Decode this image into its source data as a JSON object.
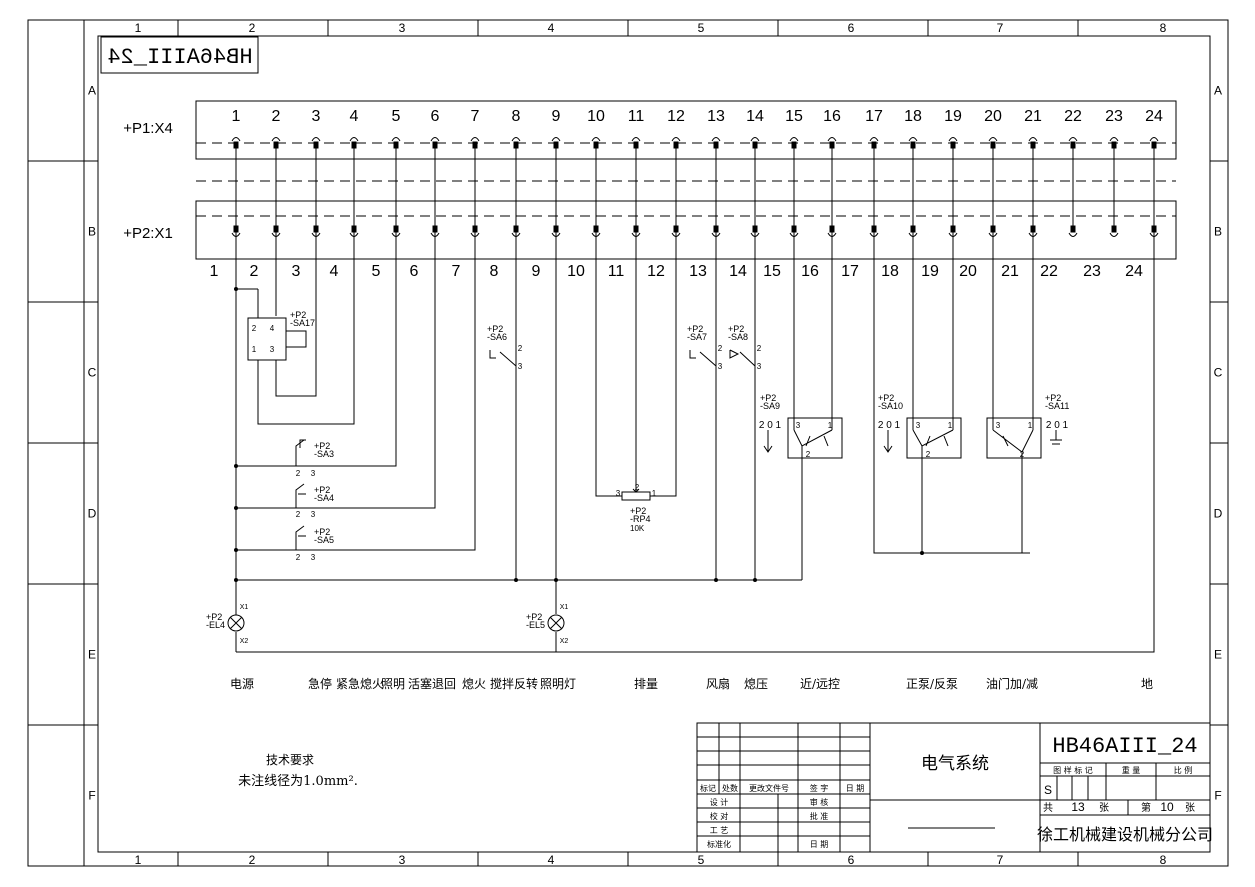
{
  "frame": {
    "columns": [
      "1",
      "2",
      "3",
      "4",
      "5",
      "6",
      "7",
      "8"
    ],
    "rows": [
      "A",
      "B",
      "C",
      "D",
      "E",
      "F"
    ]
  },
  "mirrored_code": "HB46AIII_24",
  "connectors": {
    "top_label": "+P1:X4",
    "bottom_label": "+P2:X1",
    "top_pins": [
      "1",
      "2",
      "3",
      "4",
      "5",
      "6",
      "7",
      "8",
      "9",
      "10",
      "11",
      "12",
      "13",
      "14",
      "15",
      "16",
      "17",
      "18",
      "19",
      "20",
      "21",
      "22",
      "23",
      "24"
    ],
    "bottom_pins": [
      "1",
      "2",
      "3",
      "4",
      "5",
      "6",
      "7",
      "8",
      "9",
      "10",
      "11",
      "12",
      "13",
      "14",
      "15",
      "16",
      "17",
      "18",
      "19",
      "20",
      "21",
      "22",
      "23",
      "24"
    ]
  },
  "components": {
    "sa7_left": {
      "ref1": "+P2",
      "ref2": "-SA17",
      "pins": [
        "2",
        "4",
        "1",
        "3"
      ]
    },
    "sa3": {
      "ref1": "+P2",
      "ref2": "-SA3",
      "p2": "2",
      "p3": "3"
    },
    "sa4": {
      "ref1": "+P2",
      "ref2": "-SA4",
      "p2": "2",
      "p3": "3"
    },
    "sa5": {
      "ref1": "+P2",
      "ref2": "-SA5",
      "p2": "2",
      "p3": "3"
    },
    "sa6": {
      "ref1": "+P2",
      "ref2": "-SA6",
      "p2": "2",
      "p3": "3"
    },
    "sa7": {
      "ref1": "+P2",
      "ref2": "-SA7",
      "p2": "2",
      "p3": "3"
    },
    "sa8": {
      "ref1": "+P2",
      "ref2": "-SA8",
      "p2": "2",
      "p3": "3"
    },
    "sa9": {
      "ref1": "+P2",
      "ref2": "-SA9",
      "pos": "2 0 1",
      "p3": "3",
      "p1": "1",
      "p2": "2"
    },
    "sa10": {
      "ref1": "+P2",
      "ref2": "-SA10",
      "pos": "2 0 1",
      "p3": "3",
      "p1": "1",
      "p2": "2"
    },
    "sa11": {
      "ref1": "+P2",
      "ref2": "-SA11",
      "pos": "2 0 1",
      "p3": "3",
      "p1": "1",
      "p2": "2"
    },
    "rp4": {
      "ref1": "+P2",
      "ref2": "-RP4",
      "value": "10K",
      "p3": "3",
      "p2": "2",
      "p1": "1"
    },
    "el4": {
      "ref1": "+P2",
      "ref2": "-EL4",
      "x1": "X1",
      "x2": "X2"
    },
    "el5": {
      "ref1": "+P2",
      "ref2": "-EL5",
      "x1": "X1",
      "x2": "X2"
    }
  },
  "function_labels": [
    "电源",
    "急停",
    "紧急熄火",
    "照明",
    "活塞退回",
    "熄火",
    "搅拌反转",
    "照明灯",
    "排量",
    "风扇",
    "熄压",
    "近/远控",
    "正泵/反泵",
    "油门加/减",
    "地"
  ],
  "notes": {
    "title": "技术要求",
    "line": "未注线径为1.0mm²."
  },
  "title_block": {
    "drawing_title": "电气系统",
    "drawing_no": "HB46AIII_24",
    "rev_headers": [
      "标记",
      "处数",
      "更改文件号",
      "签 字",
      "日 期"
    ],
    "sign_rows": [
      {
        "left": "设 计",
        "right": "审 核"
      },
      {
        "left": "校 对",
        "right": "批 准"
      },
      {
        "left": "工 艺",
        "right": ""
      },
      {
        "left": "标准化",
        "right": "日 期"
      }
    ],
    "info_headers": [
      "图 样 标 记",
      "重 量",
      "比 例"
    ],
    "stage_mark": "S",
    "total_label_a": "共",
    "total_sheets": "13",
    "total_label_b": "张",
    "sheet_label_a": "第",
    "sheet_no": "10",
    "sheet_label_b": "张",
    "company": "徐工机械建设机械分公司"
  }
}
